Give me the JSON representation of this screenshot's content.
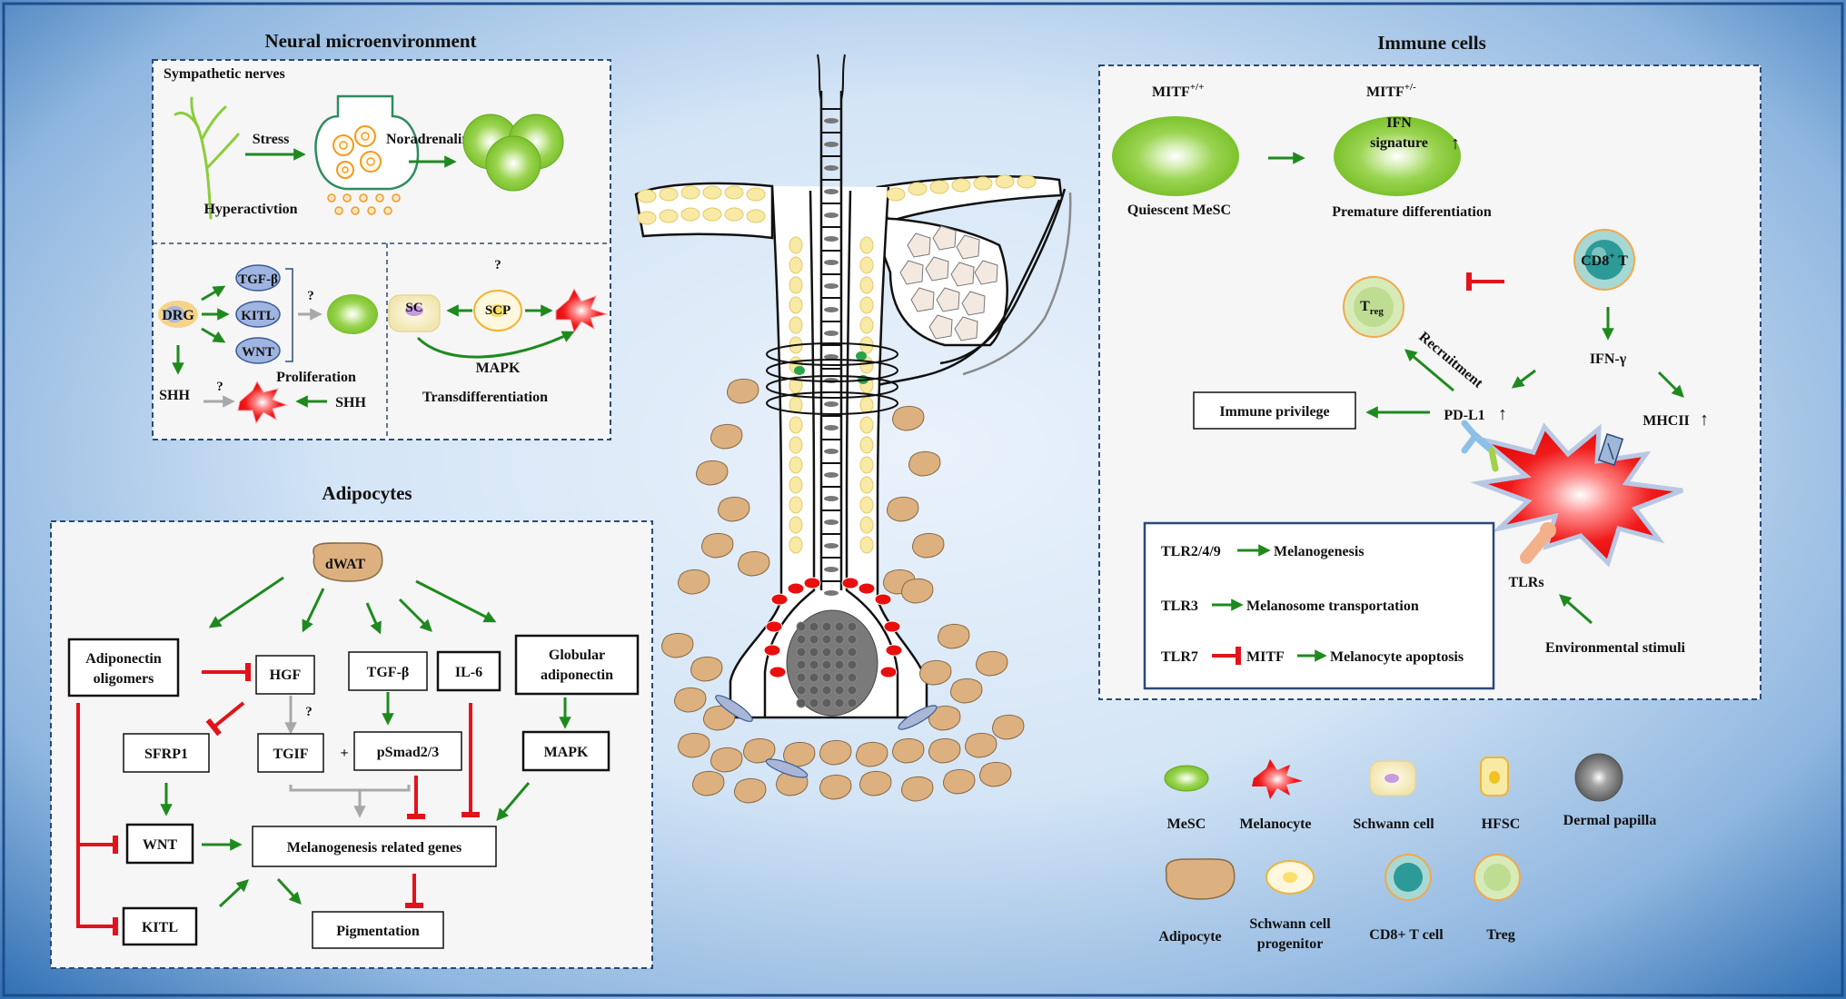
{
  "neural": {
    "title": "Neural microenvironment",
    "sympathetic": "Sympathetic nerves",
    "stress": "Stress",
    "noradrenaline": "Noradrenaline",
    "hyper": "Hyperactivtion",
    "tgfb": "TGF-β",
    "kitl": "KITL",
    "wnt": "WNT",
    "drg": "DRG",
    "q1": "?",
    "q2": "?",
    "q3": "?",
    "sc": "SC",
    "scp": "SCP",
    "mapk": "MAPK",
    "trans": "Transdifferentiation",
    "prolif": "Proliferation",
    "shh1": "SHH",
    "shh2": "SHH"
  },
  "adipo": {
    "title": "Adipocytes",
    "dwat": "dWAT",
    "adipo_olig_1": "Adiponectin",
    "adipo_olig_2": "oligomers",
    "hgf": "HGF",
    "tgfb": "TGF-β",
    "il6": "IL-6",
    "glob_1": "Globular",
    "glob_2": "adiponectin",
    "sfrp1": "SFRP1",
    "tgif": "TGIF",
    "plus": "+",
    "psmad": "pSmad2/3",
    "mapk": "MAPK",
    "q": "?",
    "wnt": "WNT",
    "genes": "Melanogenesis related genes",
    "kitl": "KITL",
    "pigment": "Pigmentation"
  },
  "immune": {
    "title": "Immune cells",
    "mitf_pp": "MITF",
    "mitf_pp_sup": "+/+",
    "mitf_pm": "MITF",
    "mitf_pm_sup": "+/-",
    "ifn1": "IFN",
    "ifn2": "signature",
    "quiescent": "Quiescent MeSC",
    "premature": "Premature differentiation",
    "cd8": "CD8",
    "cd8_sup": "+",
    "cd8_t": " T",
    "treg": "T",
    "treg_sub": "reg",
    "ifng": "IFN-γ",
    "recruit": "Recruitment",
    "privilege": "Immune privilege",
    "pdl1": "PD-L1",
    "mhcii": "MHCII",
    "tlr249": "TLR2/4/9",
    "melanogenesis": "Melanogenesis",
    "tlr3": "TLR3",
    "transport": "Melanosome transportation",
    "tlr7": "TLR7",
    "mitf": "MITF",
    "apoptosis": "Melanocyte apoptosis",
    "tlrs": "TLRs",
    "env": "Environmental stimuli",
    "up": "↑"
  },
  "legend": {
    "mesc": "MeSC",
    "melanocyte": "Melanocyte",
    "schwann": "Schwann cell",
    "hfsc": "HFSC",
    "dp": "Dermal papilla",
    "adipocyte": "Adipocyte",
    "scp1": "Schwann cell",
    "scp2": "progenitor",
    "cd8": "CD8+ T cell",
    "treg": "Treg"
  },
  "colors": {
    "green_arrow": "#1e8a1e",
    "red_inhibit": "#e3131b",
    "gray_arrow": "#a8a8a8",
    "mesc": "#8ccc3c",
    "melanocyte": "#f01a1a",
    "adipocyte": "#dcb07f",
    "panel_border": "#2a4a7a",
    "frame": "#1f4e8c"
  }
}
